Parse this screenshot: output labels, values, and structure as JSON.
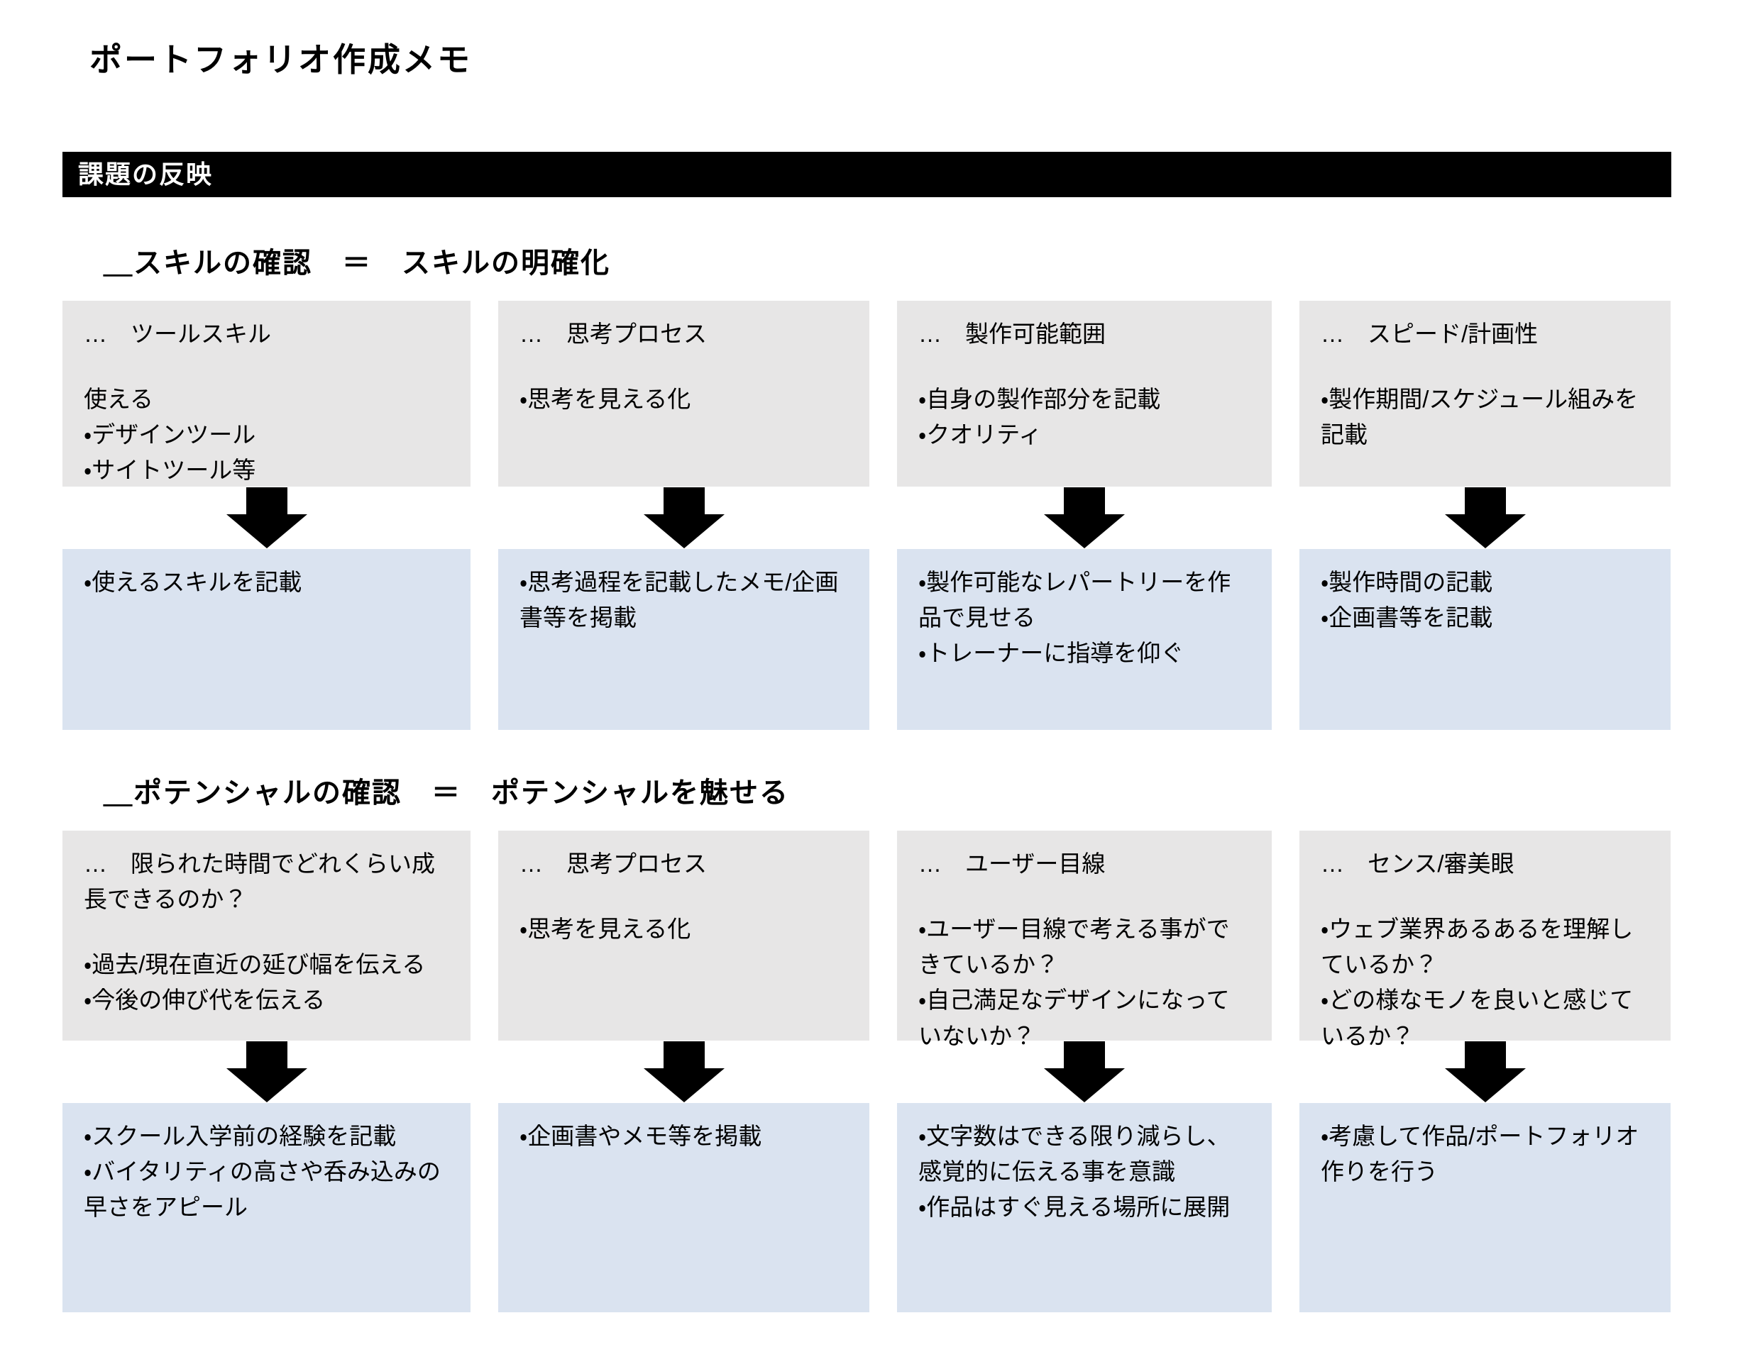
{
  "title": "ポートフォリオ作成メモ",
  "banner": "課題の反映",
  "colors": {
    "banner_bg": "#000000",
    "banner_text": "#ffffff",
    "top_box_gray": "#e7e6e6",
    "bottom_box_blue": "#dae3f0",
    "arrow_black": "#000000"
  },
  "sections": [
    {
      "heading": "＿スキルの確認　＝　スキルの明確化",
      "columns": [
        {
          "top_header": "…　ツールスキル",
          "top_lines": [
            "使える",
            "・デザインツール",
            "・サイトツール等"
          ],
          "bottom_lines": [
            "・使えるスキルを記載"
          ]
        },
        {
          "top_header": "…　思考プロセス",
          "top_lines": [
            "・思考を見える化"
          ],
          "bottom_lines": [
            "・思考過程を記載したメモ/企画書等を掲載"
          ]
        },
        {
          "top_header": "…　製作可能範囲",
          "top_lines": [
            "・自身の製作部分を記載",
            "・クオリティ"
          ],
          "bottom_lines": [
            "・製作可能なレパートリーを作品で見せる",
            "・トレーナーに指導を仰ぐ"
          ]
        },
        {
          "top_header": "…　スピード/計画性",
          "top_lines": [
            "・製作期間/スケジュール組みを記載"
          ],
          "bottom_lines": [
            "・製作時間の記載",
            "・企画書等を記載"
          ]
        }
      ]
    },
    {
      "heading": "＿ポテンシャルの確認　＝　ポテンシャルを魅せる",
      "columns": [
        {
          "top_header": "…　限られた時間でどれくらい成長できるのか？",
          "top_lines": [
            "・過去/現在直近の延び幅を伝える",
            "・今後の伸び代を伝える"
          ],
          "bottom_lines": [
            "・スクール入学前の経験を記載",
            "・バイタリティの高さや呑み込みの早さをアピール"
          ]
        },
        {
          "top_header": "…　思考プロセス",
          "top_lines": [
            "・思考を見える化"
          ],
          "bottom_lines": [
            "・企画書やメモ等を掲載"
          ]
        },
        {
          "top_header": "…　ユーザー目線",
          "top_lines": [
            "・ユーザー目線で考える事ができているか？",
            "・自己満足なデザインになっていないか？"
          ],
          "bottom_lines": [
            "・文字数はできる限り減らし、感覚的に伝える事を意識",
            "・作品はすぐ見える場所に展開"
          ]
        },
        {
          "top_header": "…　センス/審美眼",
          "top_lines": [
            "・ウェブ業界あるあるを理解しているか？",
            "・どの様なモノを良いと感じているか？"
          ],
          "bottom_lines": [
            "・考慮して作品/ポートフォリオ作りを行う"
          ]
        }
      ]
    }
  ]
}
